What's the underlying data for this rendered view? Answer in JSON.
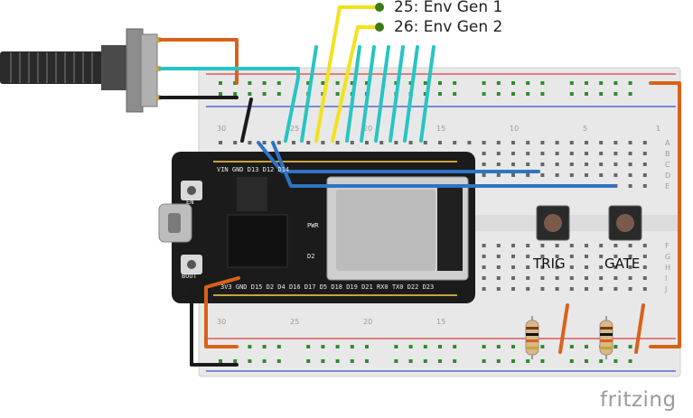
{
  "diagram": {
    "signal_labels": [
      {
        "id": "env1",
        "text": "25: Env Gen 1"
      },
      {
        "id": "env2",
        "text": "26: Env Gen 2"
      }
    ],
    "button_labels": {
      "trig": "TRIG",
      "gate": "GATE"
    },
    "watermark": "fritzing",
    "breadboard": {
      "row_letters": [
        "A",
        "B",
        "C",
        "D",
        "E",
        "F",
        "G",
        "H",
        "I",
        "J"
      ],
      "column_numbers_top": [
        "30",
        "25",
        "20",
        "15",
        "10",
        "5",
        "1"
      ],
      "column_numbers_bottom": [
        "30",
        "25",
        "20",
        "15"
      ]
    },
    "esp32": {
      "top_pins": [
        "VIN",
        "GND",
        "D13",
        "D12",
        "D14"
      ],
      "bottom_pins": [
        "3V3",
        "GND",
        "D15",
        "D2",
        "D4",
        "D16",
        "D17",
        "D5",
        "D18",
        "D19",
        "D21",
        "RX0",
        "TX0",
        "D22",
        "D23"
      ],
      "buttons": [
        "EN",
        "BOOT"
      ],
      "side_labels": [
        "PWR",
        "D2"
      ]
    },
    "colors": {
      "wire_orange": "#d9621a",
      "wire_cyan": "#27c4c4",
      "wire_yellow": "#f2e21c",
      "wire_blue": "#2f74c4",
      "wire_black": "#1a1a1a",
      "board_black": "#1b1b1b",
      "breadboard": "#e6e6e6",
      "rail_red": "#d64040",
      "rail_blue": "#3c4fc7"
    }
  }
}
